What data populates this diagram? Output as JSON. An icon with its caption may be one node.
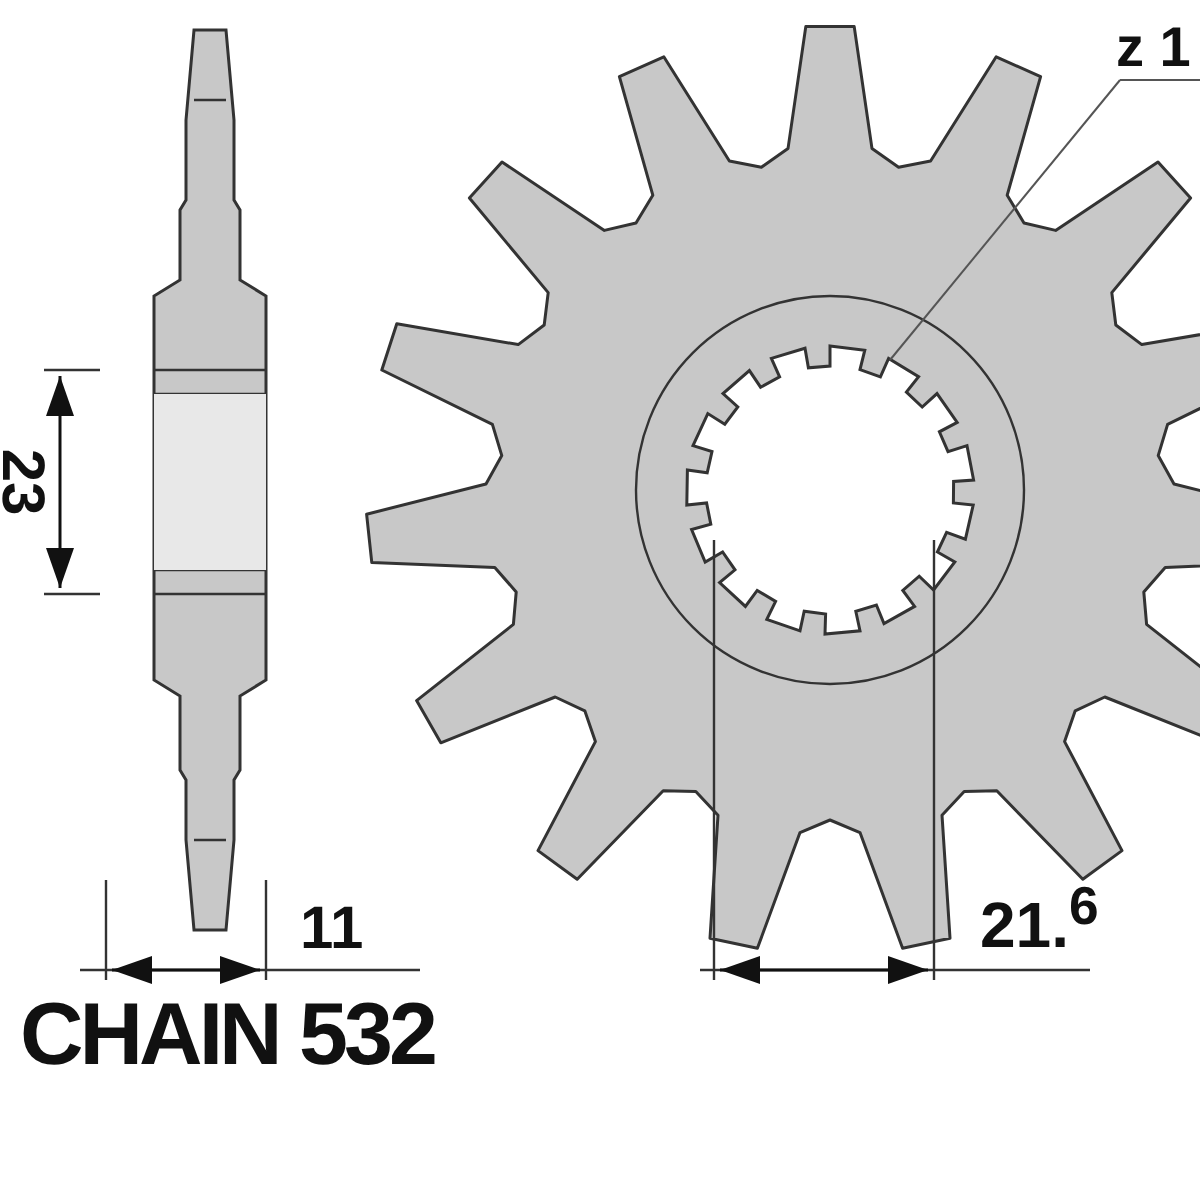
{
  "diagram": {
    "nodes": [
      {
        "text": [
          "z 1"
        ]
      },
      {
        "text": [],
        "shape": "picture"
      }
    ],
    "edges": [
      {
        "from": 0,
        "to": 1,
        "arrow": "none"
      }
    ],
    "labels": [
      "23",
      "11",
      "21.$^{6}$",
      "CHAIN 532"
    ]
  }
}
